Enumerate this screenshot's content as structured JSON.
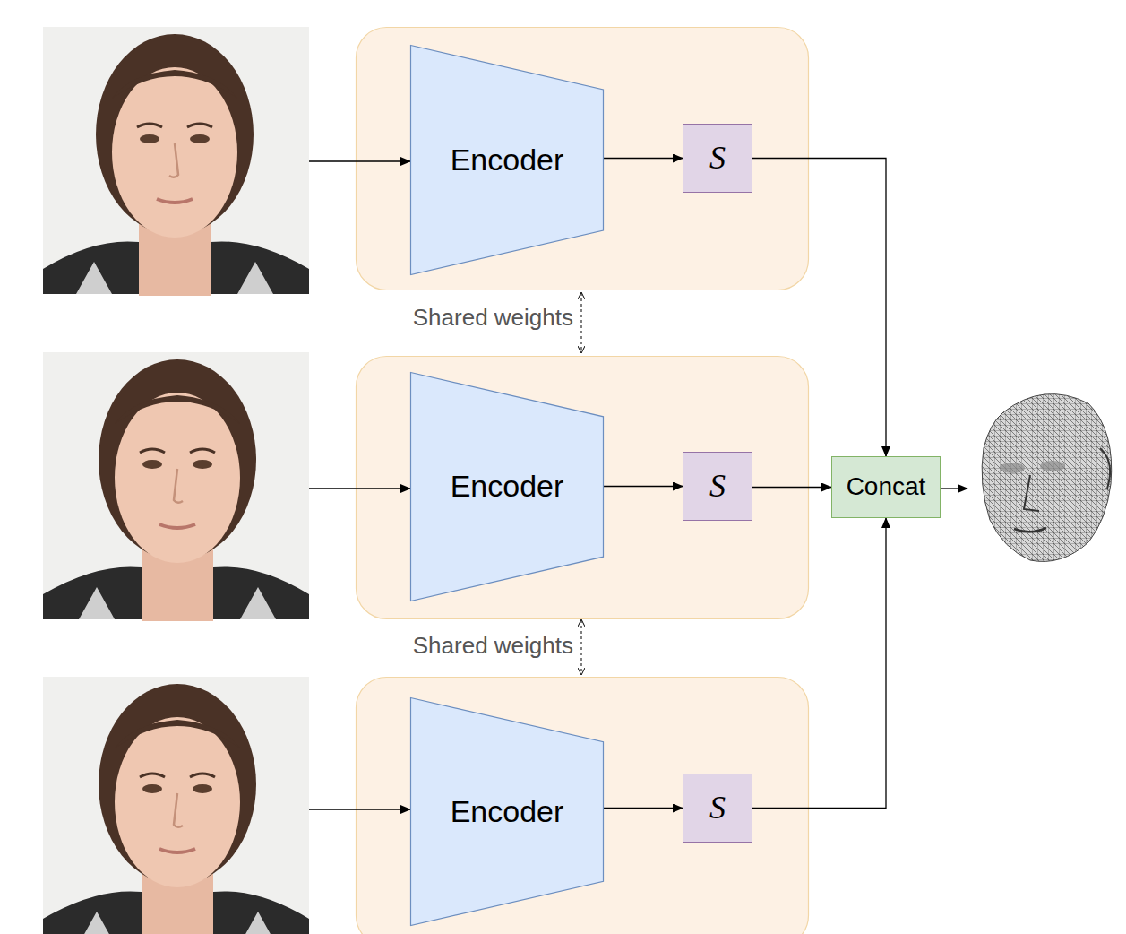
{
  "diagram": {
    "nodes": [
      {
        "text": [
          "Encoder"
        ]
      },
      {
        "text": [
          "S"
        ]
      },
      {
        "text": [
          "Encoder"
        ]
      },
      {
        "text": [
          "S"
        ]
      },
      {
        "text": [
          "Concat"
        ]
      },
      {
        "text": [
          "Encoder"
        ]
      },
      {
        "text": [
          "S"
        ]
      }
    ],
    "edges": [
      {
        "from": 0,
        "to": 1,
        "arrow": "to"
      },
      {
        "from": 1,
        "to": 4,
        "arrow": "to"
      },
      {
        "from": 2,
        "to": 3,
        "arrow": "to"
      },
      {
        "from": 3,
        "to": 4,
        "arrow": "to"
      },
      {
        "from": 5,
        "to": 6,
        "arrow": "to"
      },
      {
        "from": 6,
        "to": 4,
        "arrow": "to"
      }
    ],
    "labels": [
      "Shared weights",
      "Shared weights"
    ]
  }
}
